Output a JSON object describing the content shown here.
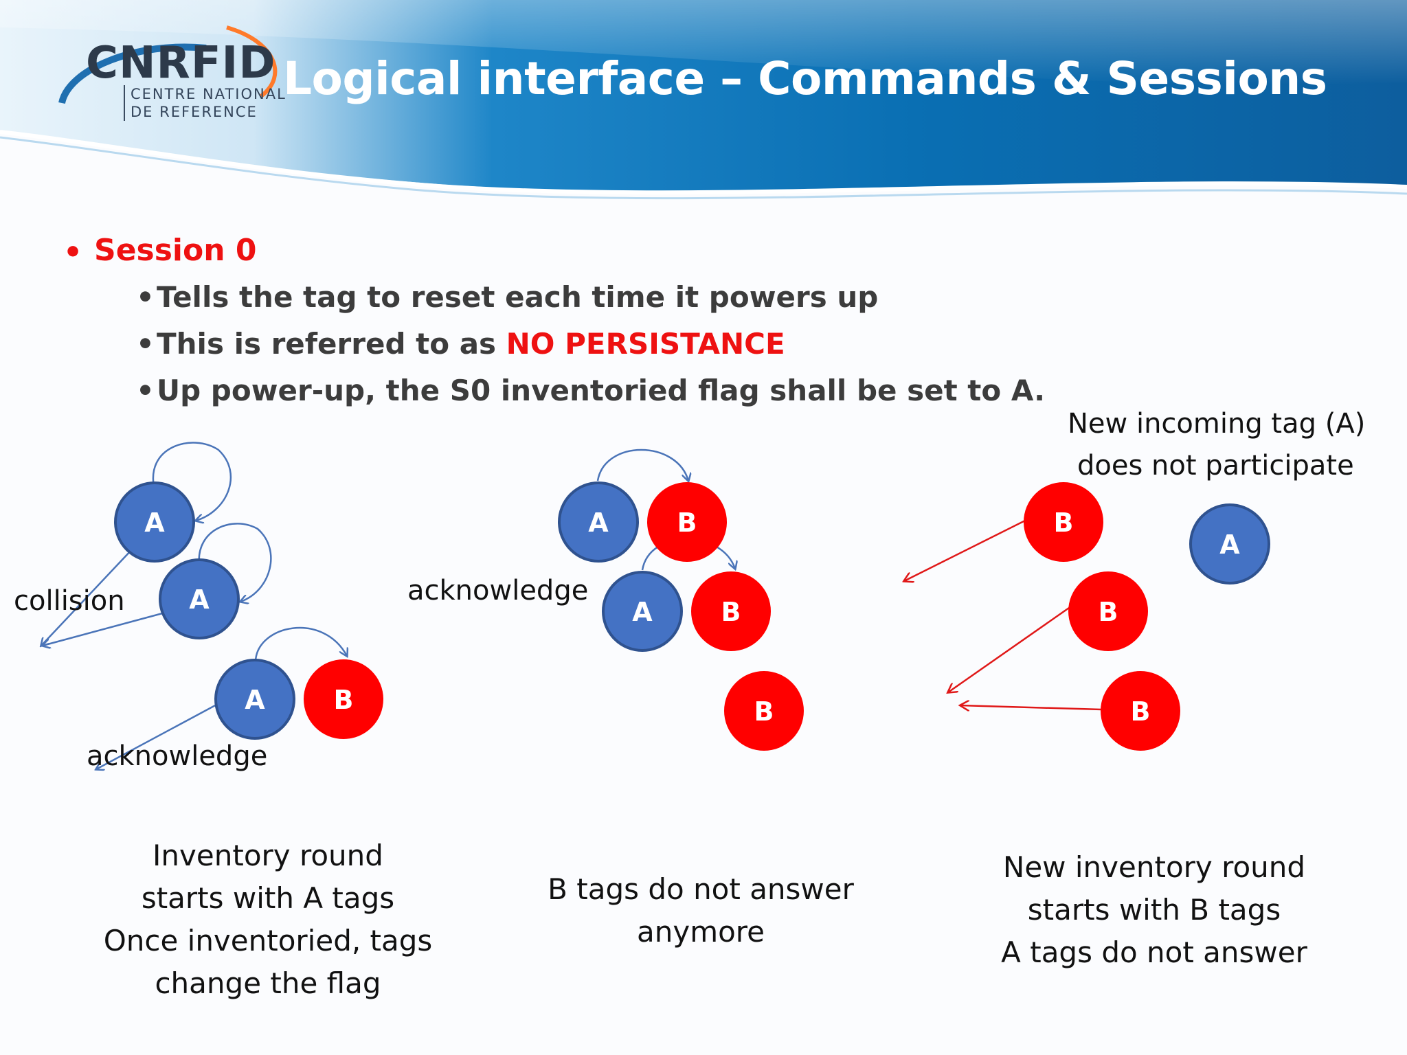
{
  "header": {
    "title": "Logical interface – Commands & Sessions",
    "logo": {
      "word": "CNRFID",
      "line1": "CENTRE NATIONAL",
      "line2": "DE REFERENCE"
    }
  },
  "bullets": {
    "main": "Session 0",
    "sub1": "Tells the tag to reset each time it powers up",
    "sub2_prefix": "This is referred to as ",
    "sub2_highlight": "NO PERSISTANCE",
    "sub3": "Up power-up, the S0 inventoried flag shall be set to A."
  },
  "labels": {
    "collision": "collision",
    "ack_left": "acknowledge",
    "ack_mid": "acknowledge",
    "new_tag": [
      "New incoming tag (A)",
      "does not participate"
    ]
  },
  "nodes": {
    "a": "A",
    "b": "B"
  },
  "captions": {
    "left": [
      "Inventory round",
      "starts with A tags",
      "Once inventoried, tags",
      "change the flag"
    ],
    "middle": [
      "B tags do not answer",
      "anymore"
    ],
    "right": [
      "New inventory round",
      "starts with B tags",
      "A tags do not answer"
    ]
  },
  "colors": {
    "tag_a": "#4472c4",
    "tag_b": "#ff0000",
    "accent_red": "#ee1111",
    "arrow_blue": "#4a74b8",
    "arrow_red": "#e01818"
  }
}
